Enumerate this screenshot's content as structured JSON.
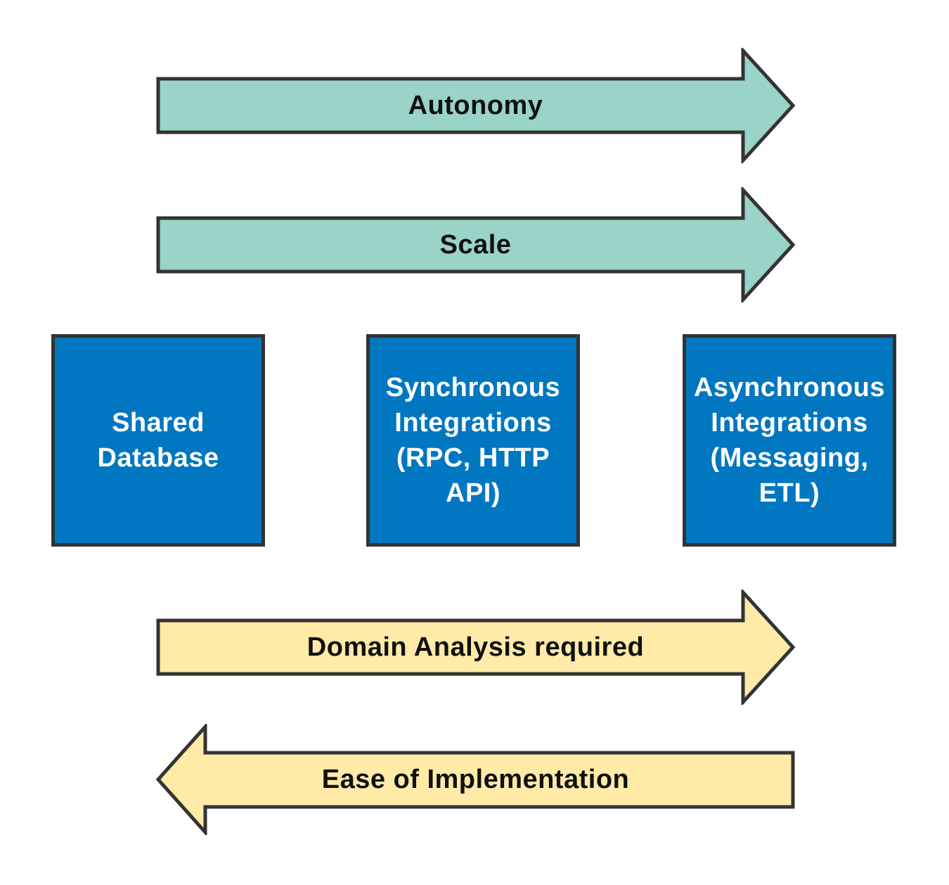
{
  "colors": {
    "background": "#ffffff",
    "teal": "#9ad3c8",
    "yellow": "#ffeaa7",
    "blue": "#0077c0",
    "outline": "#333333",
    "arrowText": "#111111",
    "boxText": "#ffffff"
  },
  "arrows": [
    {
      "id": "autonomy",
      "label": "Autonomy",
      "direction": "right",
      "color": "teal"
    },
    {
      "id": "scale",
      "label": "Scale",
      "direction": "right",
      "color": "teal"
    },
    {
      "id": "domain-analysis",
      "label": "Domain Analysis required",
      "direction": "right",
      "color": "yellow"
    },
    {
      "id": "ease-of-implementation",
      "label": "Ease of Implementation",
      "direction": "left",
      "color": "yellow"
    }
  ],
  "boxes": [
    {
      "id": "shared-database",
      "label": "Shared Database"
    },
    {
      "id": "synchronous-integrations",
      "label": "Synchronous Integrations (RPC, HTTP API)"
    },
    {
      "id": "asynchronous-integrations",
      "label": "Asynchronous Integrations (Messaging, ETL)"
    }
  ]
}
